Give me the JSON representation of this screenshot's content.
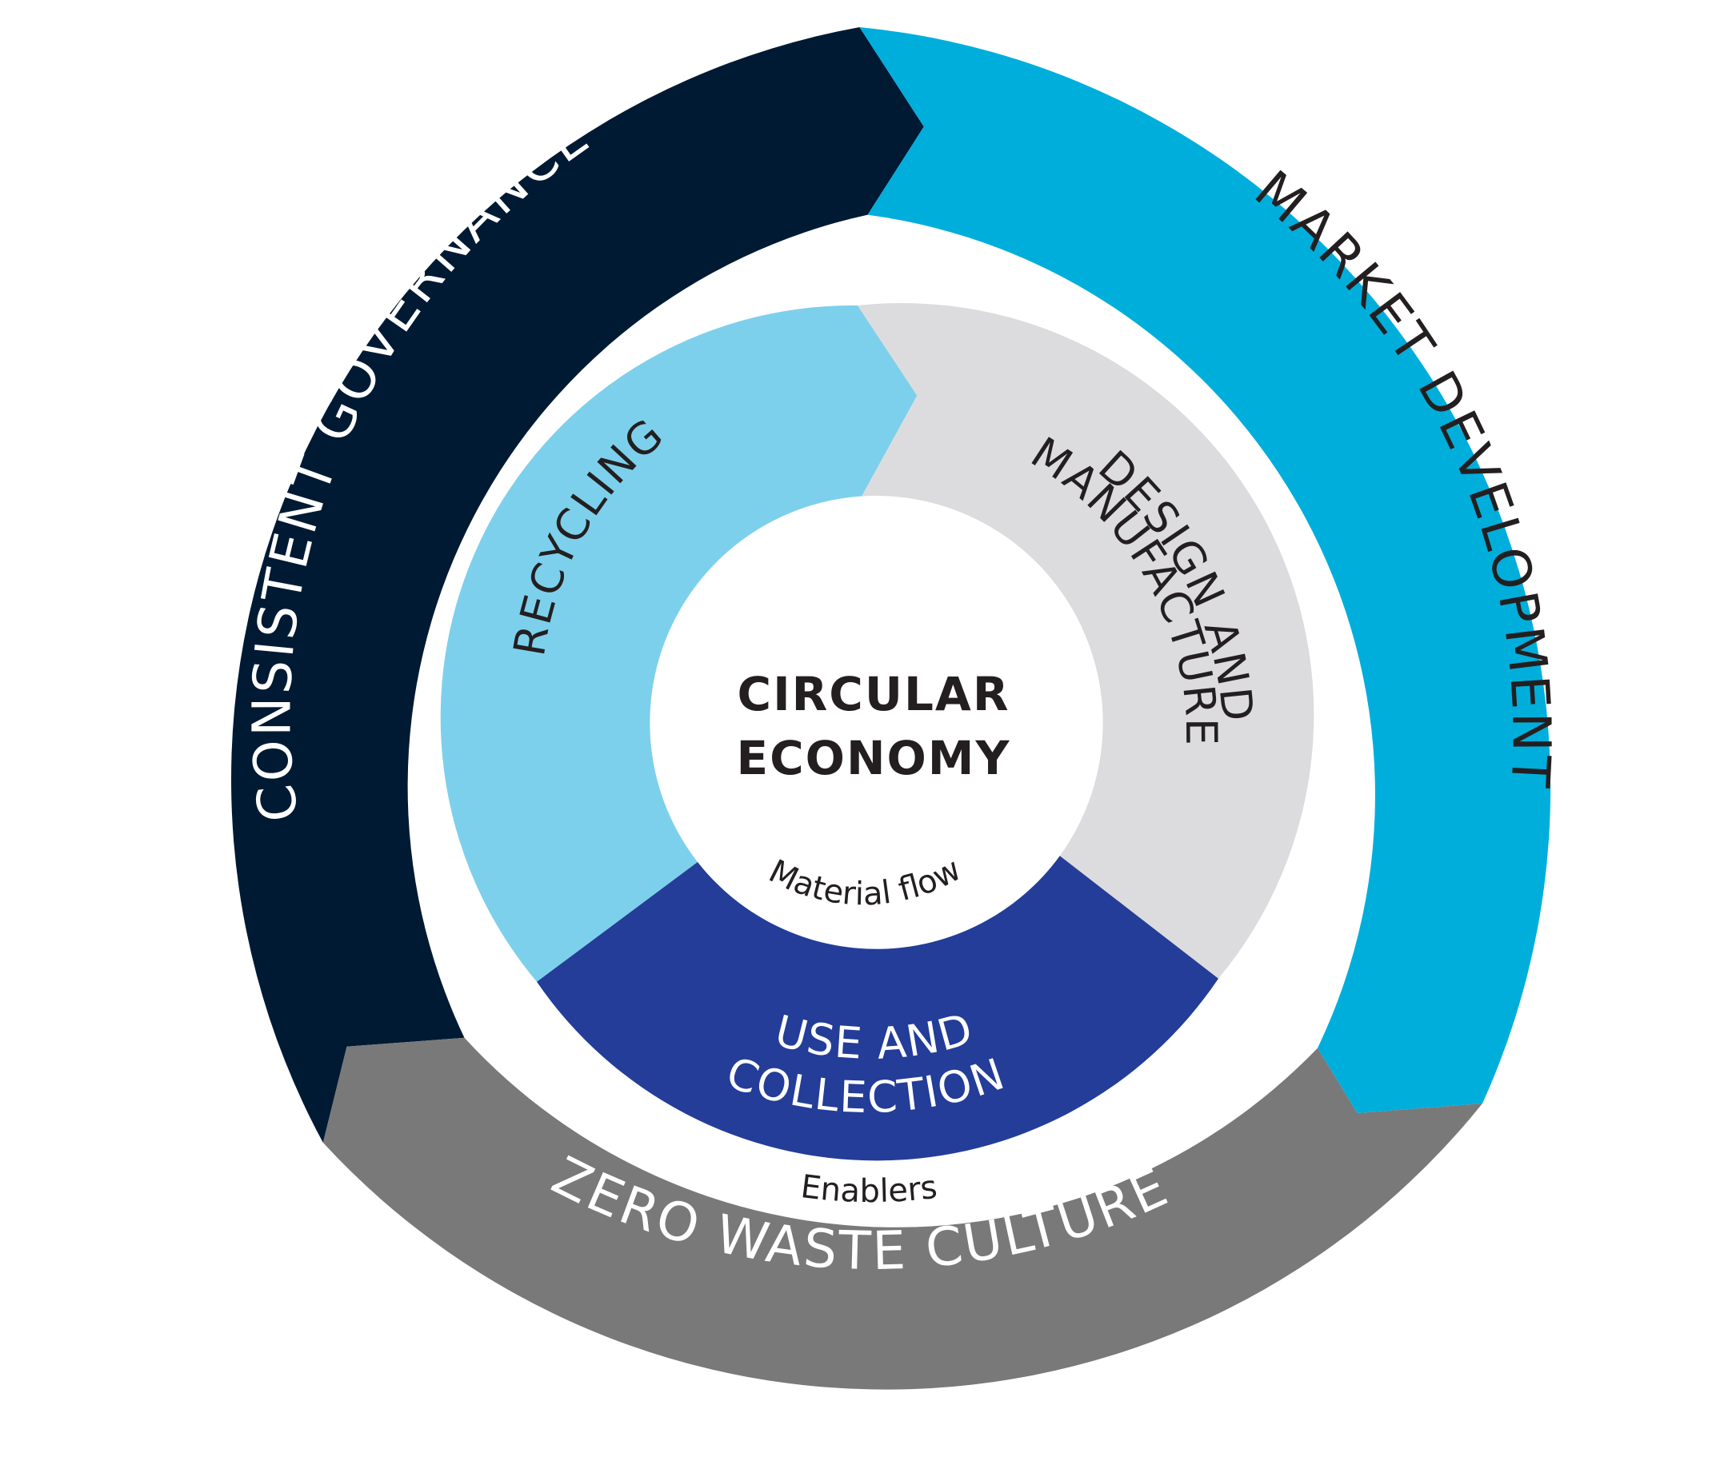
{
  "diagram": {
    "center": {
      "line1": "CIRCULAR",
      "line2": "ECONOMY"
    },
    "material_flow_label": "Material flow",
    "enablers_label": "Enablers",
    "inner_segments": [
      {
        "id": "recycling",
        "label": "RECYCLING"
      },
      {
        "id": "design",
        "line1": "DESIGN AND",
        "line2": "MANUFACTURE"
      },
      {
        "id": "use",
        "line1": "USE AND",
        "line2": "COLLECTION"
      }
    ],
    "outer_segments": [
      {
        "id": "governance",
        "label": "CONSISTENT GOVERNANCE"
      },
      {
        "id": "market",
        "label": "MARKET DEVELOPMENT"
      },
      {
        "id": "culture",
        "label": "ZERO WASTE CULTURE"
      }
    ]
  },
  "colors": {
    "governance": "#001a33",
    "market": "#00aedc",
    "culture": "#797979",
    "recycling": "#7dd0ec",
    "design": "#dcdcde",
    "use": "#233d98",
    "dark_text": "#231f20",
    "light_text": "#ffffff"
  }
}
